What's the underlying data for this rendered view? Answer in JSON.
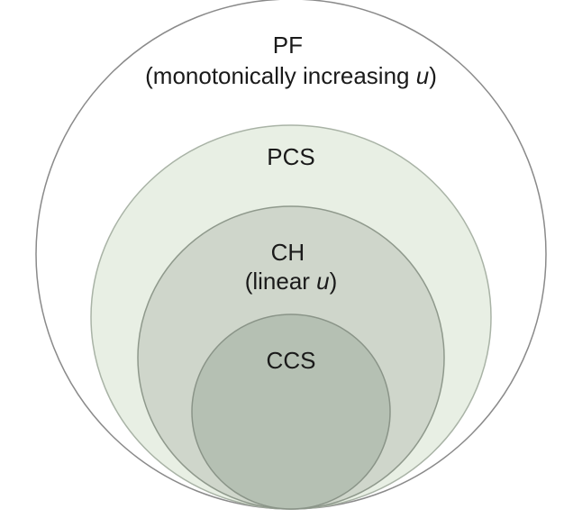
{
  "sets": [
    {
      "id": "pf",
      "label_lines": [
        [
          "PF"
        ],
        [
          "(monotonically increasing ",
          {
            "it": "u"
          },
          ")"
        ]
      ],
      "fill": "#ffffff",
      "stroke": "#8a8a8a"
    },
    {
      "id": "pcs",
      "label_lines": [
        [
          "PCS"
        ]
      ],
      "fill": "#e8efe4",
      "stroke": "#a9b3a6"
    },
    {
      "id": "ch",
      "label_lines": [
        [
          "CH"
        ],
        [
          "(linear ",
          {
            "it": "u"
          },
          ")"
        ]
      ],
      "fill": "#cfd6cb",
      "stroke": "#8f998c"
    },
    {
      "id": "ccs",
      "label_lines": [
        [
          "CCS"
        ]
      ],
      "fill": "#b5c0b3",
      "stroke": "#8a9488"
    }
  ]
}
